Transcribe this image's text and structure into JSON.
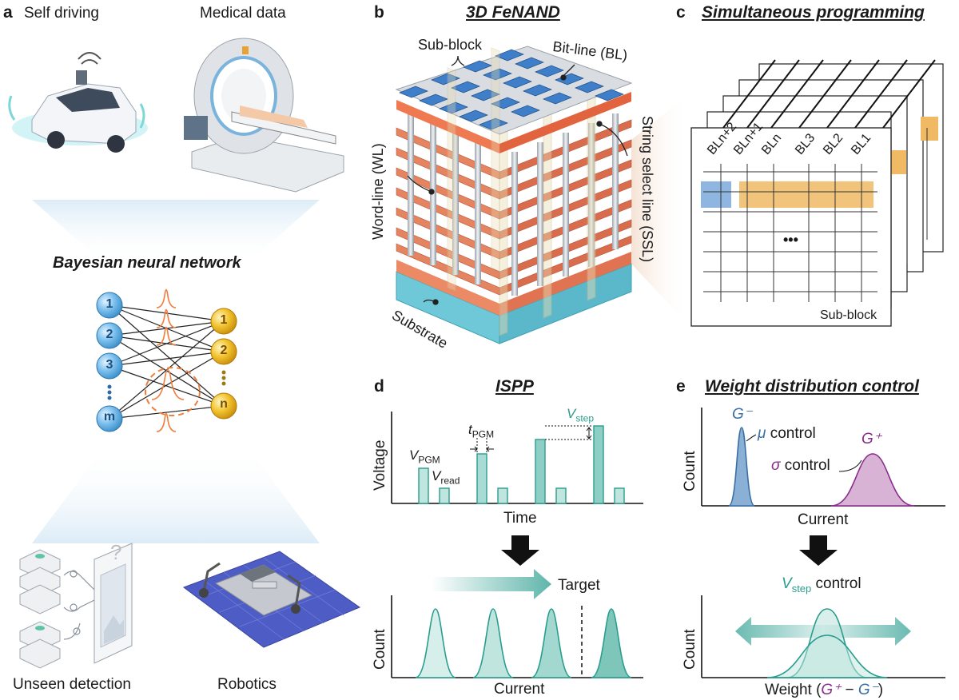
{
  "panels": {
    "a": {
      "label": "a",
      "self_driving": "Self driving",
      "medical_data": "Medical data",
      "bnn_title": "Bayesian neural network",
      "input_nodes": [
        "1",
        "2",
        "3",
        "m"
      ],
      "output_nodes": [
        "1",
        "2",
        "n"
      ],
      "unseen_detection": "Unseen detection",
      "robotics": "Robotics",
      "question_mark": "?"
    },
    "b": {
      "label": "b",
      "title": "3D FeNAND",
      "sub_block": "Sub-block",
      "bit_line": "Bit-line (BL)",
      "word_line": "Word-line (WL)",
      "string_select_line": "String select line (SSL)",
      "substrate": "Substrate"
    },
    "c": {
      "label": "c",
      "title": "Simultaneous programming",
      "bitlines": [
        "BLn+2",
        "BLn+1",
        "BLn",
        "BL3",
        "BL2",
        "BL1"
      ],
      "ellipsis": "•••",
      "sub_block": "Sub-block"
    },
    "d": {
      "label": "d",
      "title": "ISPP",
      "y_label": "Voltage",
      "x_label": "Time",
      "v_pgm": "V",
      "v_pgm_sub": "PGM",
      "v_read": "V",
      "v_read_sub": "read",
      "t_pgm": "t",
      "t_pgm_sub": "PGM",
      "v_step": "V",
      "v_step_sub": "step",
      "target": "Target",
      "count_label": "Count",
      "current_label": "Current"
    },
    "e": {
      "label": "e",
      "title": "Weight distribution control",
      "count_label": "Count",
      "current_label": "Current",
      "g_minus": "G⁻",
      "g_plus": "G⁺",
      "mu_symbol": "μ",
      "mu_control": " control",
      "sigma_symbol": "σ",
      "sigma_control": " control",
      "vstep_v": "V",
      "vstep_sub": "step",
      "vstep_control": " control",
      "weight_label_prefix": "Weight (",
      "weight_gplus": "G⁺",
      "weight_minus": " − ",
      "weight_gminus": "G⁻",
      "weight_suffix": ")"
    }
  },
  "colors": {
    "teal": "#2a9d8f",
    "teal_light": "#bfe5de",
    "blue_node": "#5aa9dd",
    "gold_node": "#e8b51a",
    "orange": "#ef7d3c",
    "purple": "#8a2d8c",
    "blue_g": "#3a6fa5",
    "highlight_orange": "#f0b964",
    "highlight_blue": "#7aa9dc"
  }
}
